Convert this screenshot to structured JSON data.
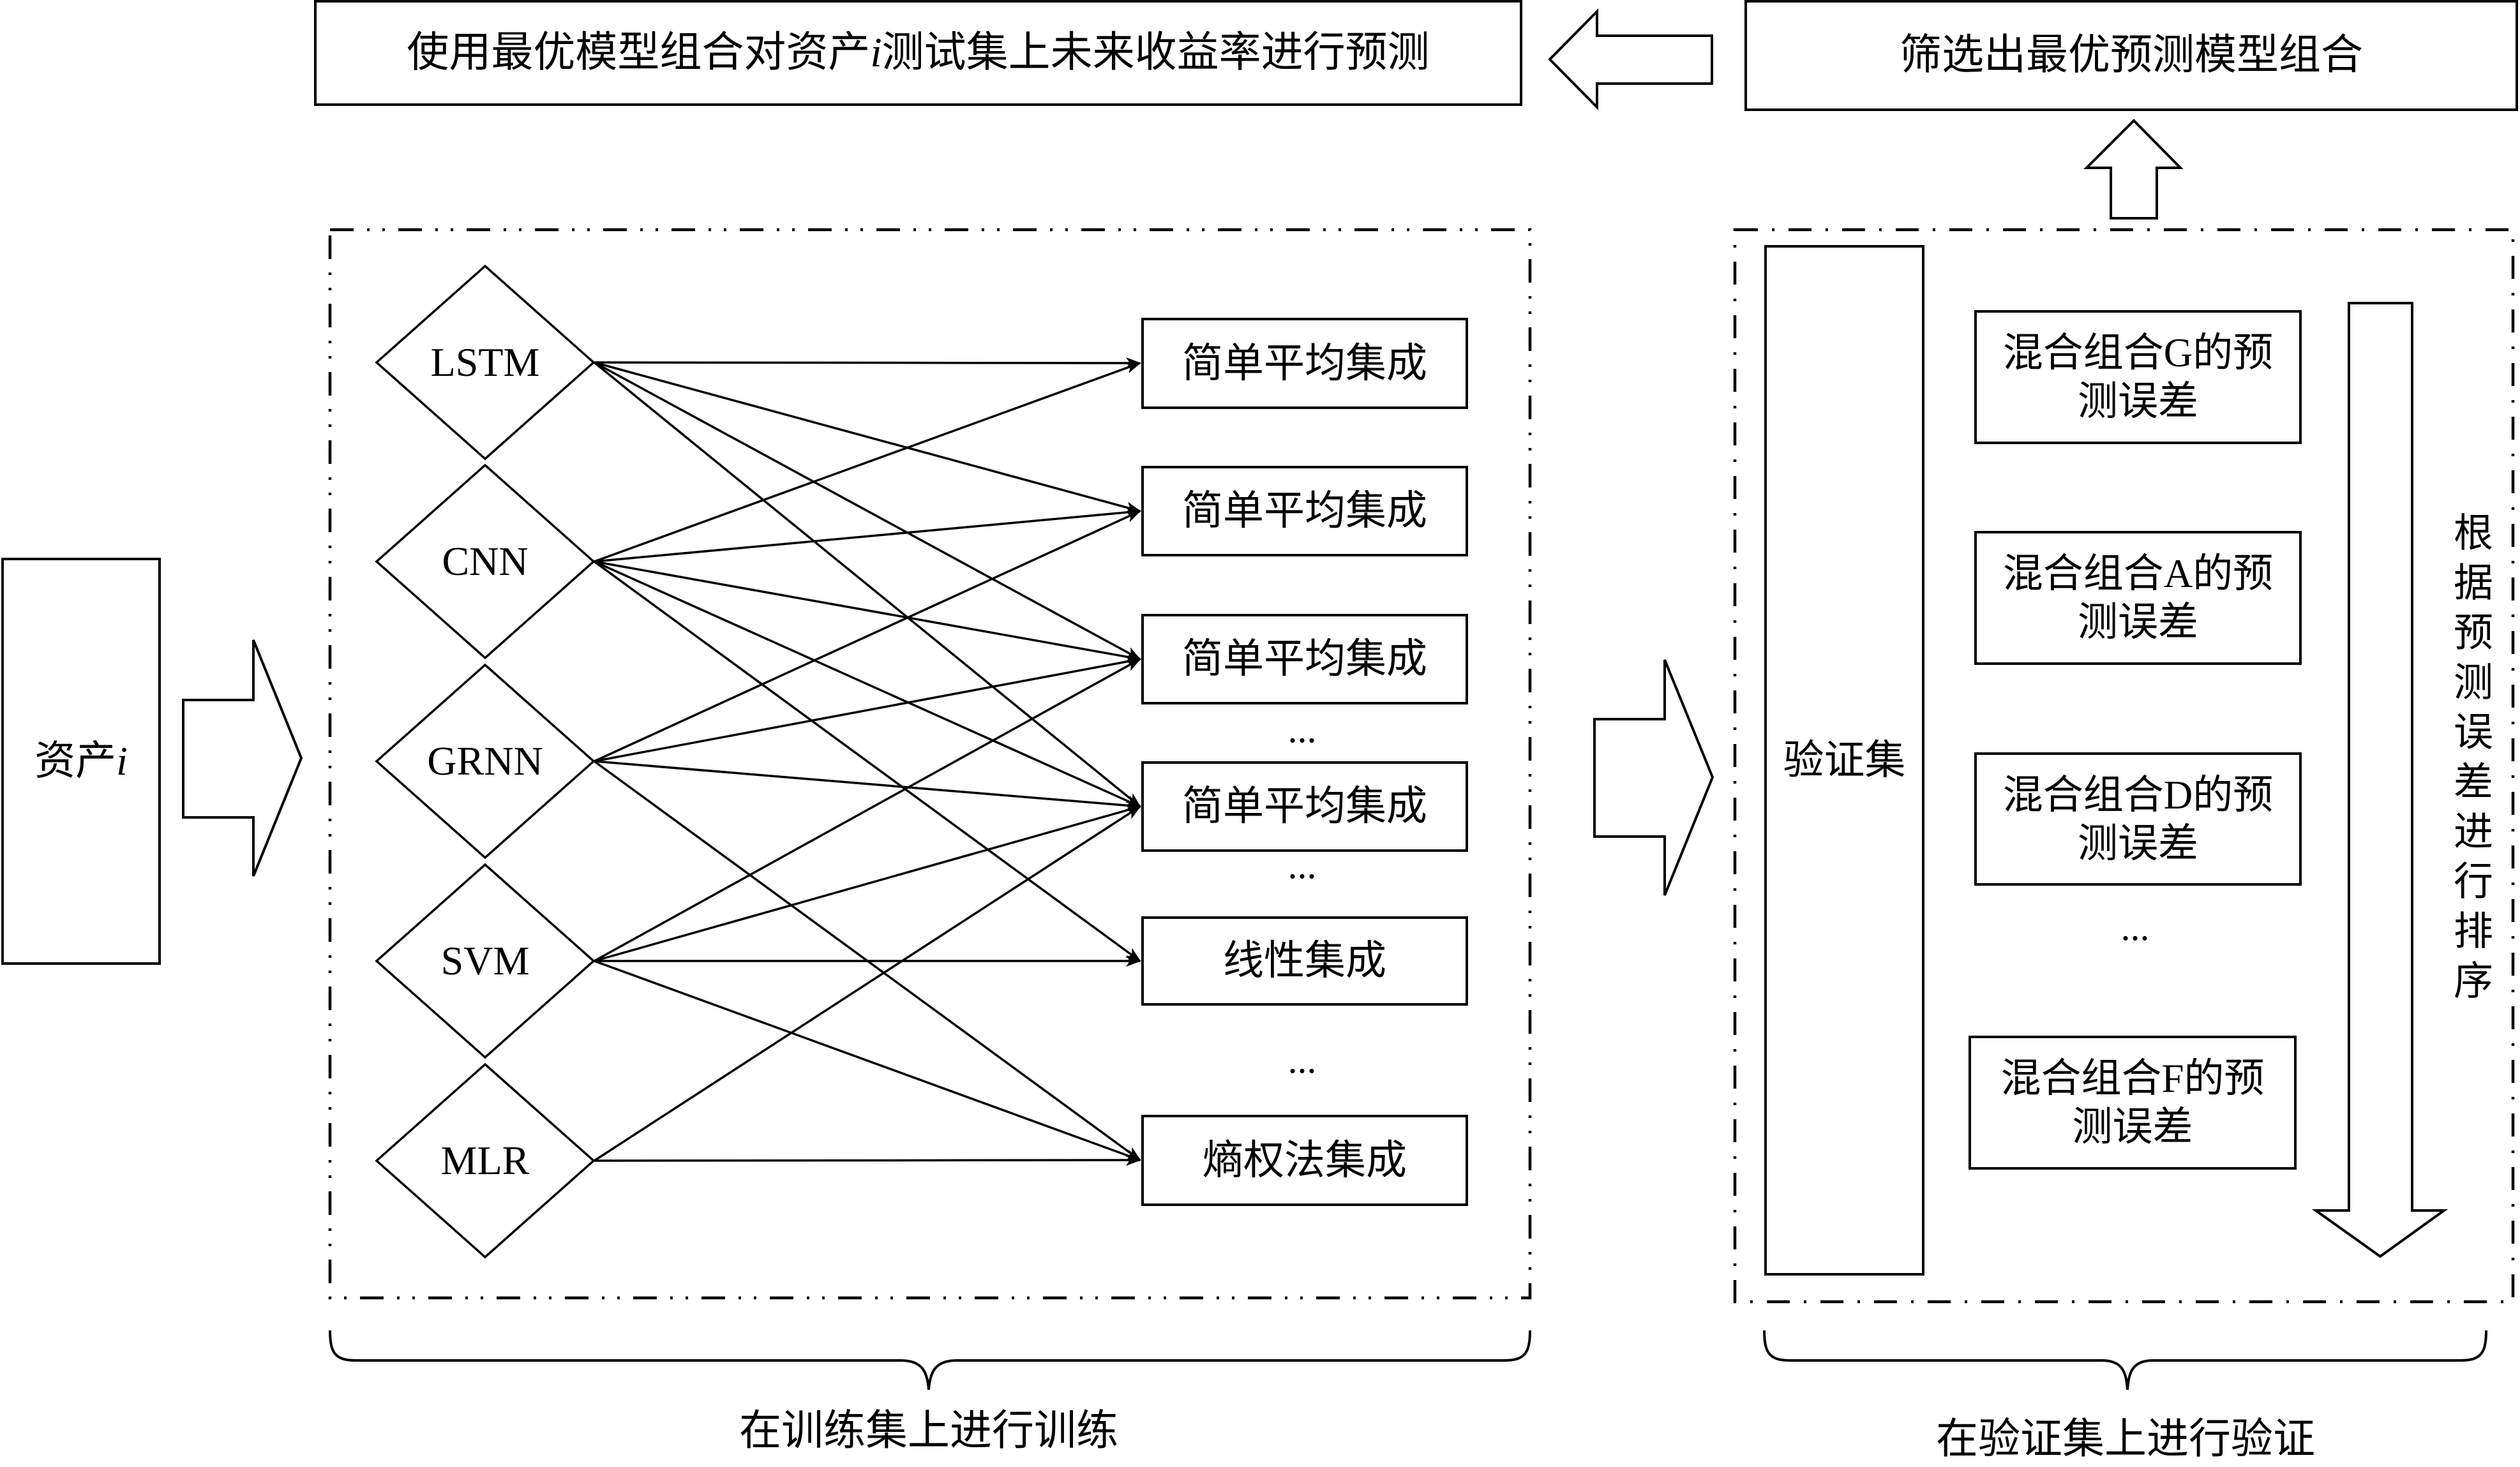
{
  "header": {
    "predict_box": {
      "before": "使用最优模型组合对资产",
      "var": "i",
      "after": "测试集上未来收益率进行预测"
    },
    "select_box": "筛选出最优预测模型组合"
  },
  "asset": {
    "label": "资产",
    "var": "i"
  },
  "training": {
    "models": [
      "LSTM",
      "CNN",
      "GRNN",
      "SVM",
      "MLR"
    ],
    "ensembles": [
      "简单平均集成",
      "简单平均集成",
      "简单平均集成",
      "简单平均集成",
      "线性集成",
      "熵权法集成"
    ],
    "ellipsis": "...",
    "edges": [
      {
        "model": 0,
        "ensemble": 0
      },
      {
        "model": 0,
        "ensemble": 1
      },
      {
        "model": 0,
        "ensemble": 2
      },
      {
        "model": 0,
        "ensemble": 3
      },
      {
        "model": 1,
        "ensemble": 0
      },
      {
        "model": 1,
        "ensemble": 1
      },
      {
        "model": 1,
        "ensemble": 2
      },
      {
        "model": 1,
        "ensemble": 3
      },
      {
        "model": 1,
        "ensemble": 4
      },
      {
        "model": 2,
        "ensemble": 1
      },
      {
        "model": 2,
        "ensemble": 2
      },
      {
        "model": 2,
        "ensemble": 3
      },
      {
        "model": 2,
        "ensemble": 5
      },
      {
        "model": 3,
        "ensemble": 2
      },
      {
        "model": 3,
        "ensemble": 3
      },
      {
        "model": 3,
        "ensemble": 4
      },
      {
        "model": 3,
        "ensemble": 5
      },
      {
        "model": 4,
        "ensemble": 3
      },
      {
        "model": 4,
        "ensemble": 5
      }
    ],
    "caption": "在训练集上进行训练"
  },
  "validation": {
    "set_label": "验证集",
    "errors": [
      {
        "line1": "混合组合G的预",
        "line2": "测误差"
      },
      {
        "line1": "混合组合A的预",
        "line2": "测误差"
      },
      {
        "line1": "混合组合D的预",
        "line2": "测误差"
      },
      {
        "line1": "混合组合F的预",
        "line2": "测误差"
      }
    ],
    "ellipsis": "...",
    "sort_label": "根据预测误差进行排序",
    "caption": "在验证集上进行验证"
  }
}
